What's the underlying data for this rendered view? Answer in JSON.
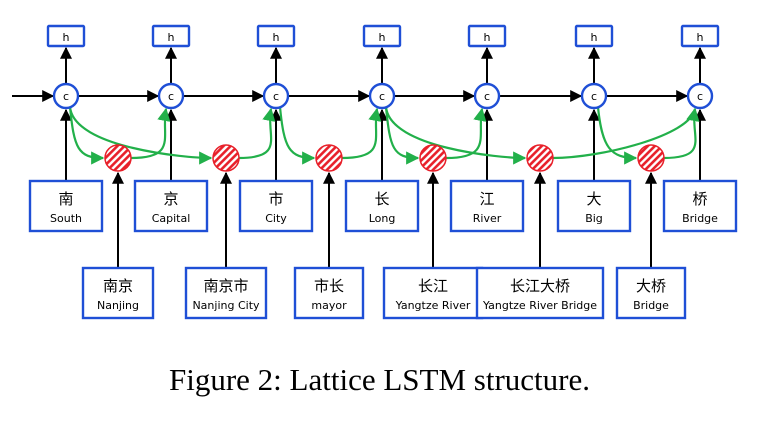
{
  "caption": "Figure 2: Lattice LSTM structure.",
  "hidden_label": "h",
  "cell_label": "c",
  "characters": [
    {
      "zh": "南",
      "en": "South"
    },
    {
      "zh": "京",
      "en": "Capital"
    },
    {
      "zh": "市",
      "en": "City"
    },
    {
      "zh": "长",
      "en": "Long"
    },
    {
      "zh": "江",
      "en": "River"
    },
    {
      "zh": "大",
      "en": "Big"
    },
    {
      "zh": "桥",
      "en": "Bridge"
    }
  ],
  "words": [
    {
      "zh": "南京",
      "en": "Nanjing"
    },
    {
      "zh": "南京市",
      "en": "Nanjing City"
    },
    {
      "zh": "市长",
      "en": "mayor"
    },
    {
      "zh": "长江",
      "en": "Yangtze  River"
    },
    {
      "zh": "长江大桥",
      "en": "Yangtze  River Bridge"
    },
    {
      "zh": "大桥",
      "en": "Bridge"
    }
  ],
  "colors": {
    "node_blue": "#1f4fd6",
    "arrow_black": "#000000",
    "lattice_green": "#22b04a",
    "word_cell_red": "#e8202a"
  }
}
